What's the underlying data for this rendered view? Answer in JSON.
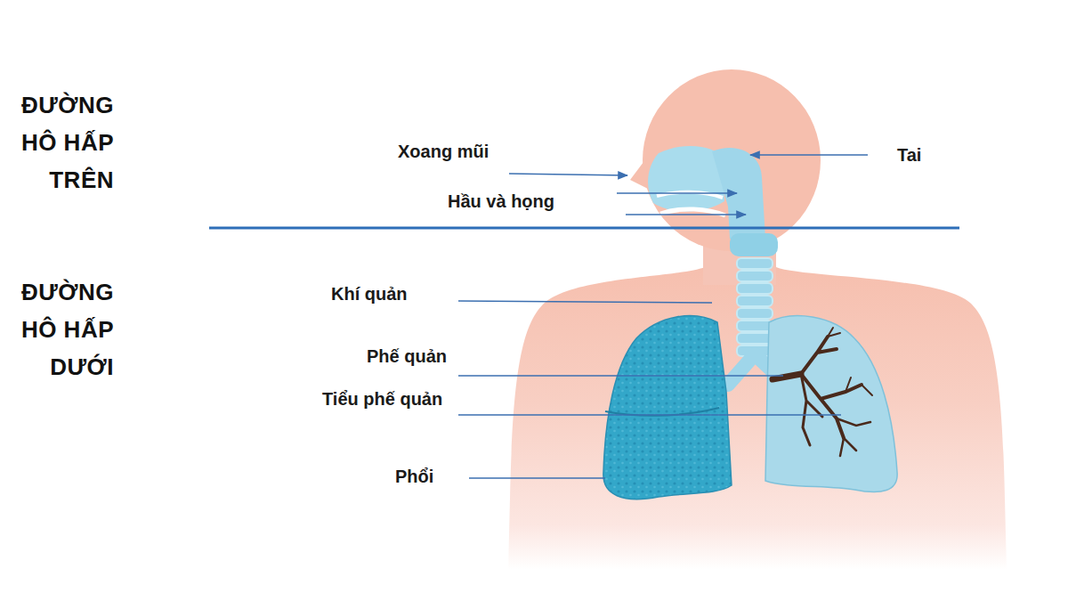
{
  "diagram": {
    "labels": [
      "ĐƯỜNG HÔ HẤP TRÊN",
      "Xoang mũi",
      "Tai",
      "Hầu và họng",
      "ĐƯỜNG HÔ HẤP DƯỚI",
      "Khí quản",
      "Phế quản",
      "Tiểu phế quản",
      "Phổi"
    ]
  }
}
